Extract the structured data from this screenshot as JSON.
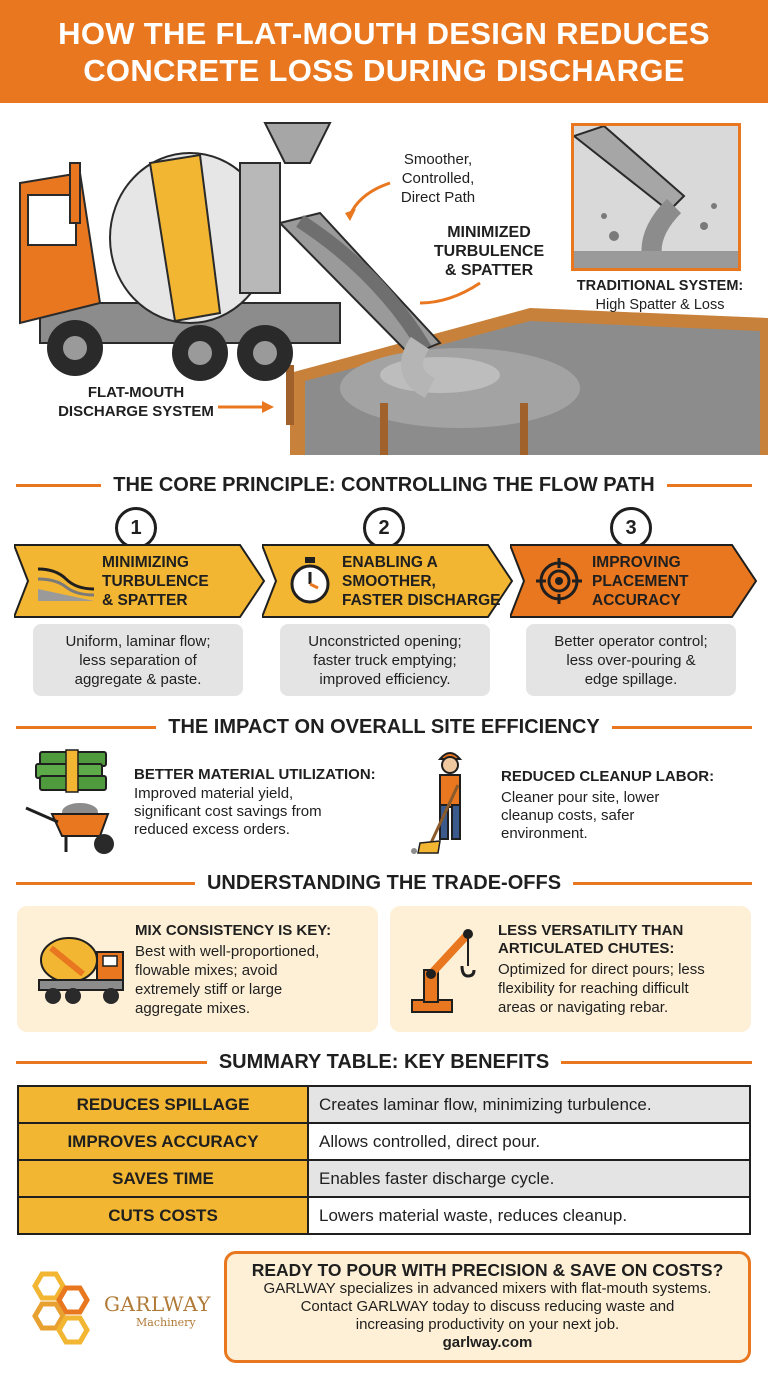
{
  "header": {
    "line1": "HOW THE FLAT-MOUTH DESIGN REDUCES",
    "line2": "CONCRETE LOSS DURING DISCHARGE"
  },
  "hero": {
    "callout_path": [
      "Smoother,",
      "Controlled,",
      "Direct Path"
    ],
    "callout_turbulence": [
      "MINIMIZED",
      "TURBULENCE",
      "& SPATTER"
    ],
    "callout_flatmouth": [
      "FLAT-MOUTH",
      "DISCHARGE SYSTEM"
    ],
    "traditional_title": "TRADITIONAL SYSTEM:",
    "traditional_sub": "High Spatter & Loss"
  },
  "core": {
    "title": "THE CORE PRINCIPLE: CONTROLLING THE FLOW PATH",
    "steps": [
      {
        "num": "1",
        "label": [
          "MINIMIZING",
          "TURBULENCE",
          "& SPATTER"
        ],
        "desc": [
          "Uniform, laminar flow;",
          "less separation of",
          "aggregate & paste."
        ],
        "icon": "flow-layers-icon",
        "color": "#f2b632"
      },
      {
        "num": "2",
        "label": [
          "ENABLING A",
          "SMOOTHER,",
          "FASTER DISCHARGE"
        ],
        "desc": [
          "Unconstricted opening;",
          "faster truck emptying;",
          "improved efficiency."
        ],
        "icon": "stopwatch-icon",
        "color": "#f2b632"
      },
      {
        "num": "3",
        "label": [
          "IMPROVING",
          "PLACEMENT",
          "ACCURACY"
        ],
        "desc": [
          "Better operator control;",
          "less over-pouring &",
          "edge spillage."
        ],
        "icon": "target-icon",
        "color": "#e8771f"
      }
    ]
  },
  "impact": {
    "title": "THE IMPACT ON OVERALL SITE EFFICIENCY",
    "items": [
      {
        "head": "BETTER MATERIAL UTILIZATION:",
        "body": [
          "Improved material yield,",
          "significant cost savings from",
          "reduced excess orders."
        ]
      },
      {
        "head": "REDUCED CLEANUP LABOR:",
        "body": [
          "Cleaner pour site, lower",
          "cleanup costs, safer",
          "environment."
        ]
      }
    ]
  },
  "tradeoffs": {
    "title": "UNDERSTANDING THE TRADE-OFFS",
    "items": [
      {
        "head": [
          "MIX CONSISTENCY IS KEY:"
        ],
        "body": [
          "Best with well-proportioned,",
          "flowable mixes; avoid",
          "extremely stiff or large",
          "aggregate mixes."
        ]
      },
      {
        "head": [
          "LESS VERSATILITY THAN",
          "ARTICULATED CHUTES:"
        ],
        "body": [
          "Optimized for direct pours; less",
          "flexibility for reaching difficult",
          "areas or navigating rebar."
        ]
      }
    ]
  },
  "summary": {
    "title": "SUMMARY TABLE: KEY BENEFITS",
    "rows": [
      {
        "key": "REDUCES SPILLAGE",
        "value": "Creates laminar flow, minimizing turbulence."
      },
      {
        "key": "IMPROVES ACCURACY",
        "value": "Allows controlled, direct pour."
      },
      {
        "key": "SAVES TIME",
        "value": "Enables faster discharge cycle."
      },
      {
        "key": "CUTS COSTS",
        "value": "Lowers material waste, reduces cleanup."
      }
    ]
  },
  "logo": {
    "brand": "GARLWAY",
    "sub": "Machinery"
  },
  "cta": {
    "head": "READY TO POUR WITH PRECISION & SAVE ON COSTS?",
    "body": [
      "GARLWAY specializes in advanced mixers with flat-mouth systems.",
      "Contact GARLWAY today to discuss reducing waste and",
      "increasing productivity on your next job."
    ],
    "url": "garlway.com"
  },
  "colors": {
    "orange": "#e8771f",
    "yellow": "#f2b632",
    "cream": "#fdf0d6",
    "gray": "#e4e4e4"
  }
}
